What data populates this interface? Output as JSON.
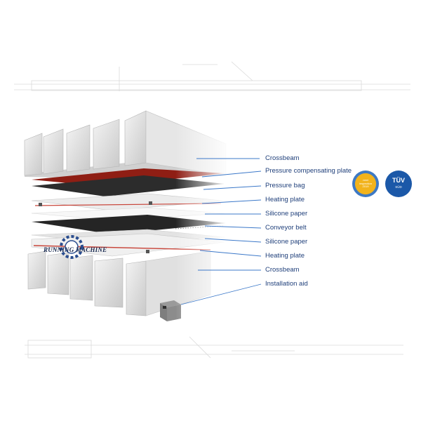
{
  "diagram": {
    "layers": [
      {
        "label": "Crossbeam"
      },
      {
        "label": "Pressure compensating plate"
      },
      {
        "label": "Pressure bag"
      },
      {
        "label": "Heating plate"
      },
      {
        "label": "Silicone paper"
      },
      {
        "label": "Conveyor belt"
      },
      {
        "label": "Silicone paper"
      },
      {
        "label": "Heating plate"
      },
      {
        "label": "Crossbeam"
      },
      {
        "label": "Installation aid"
      }
    ],
    "colors": {
      "label_text": "#1f3f7a",
      "leader_line": "#3b78c9",
      "beam_light": "#e4e4e4",
      "beam_dark": "#b5b5b5",
      "compensating_plate": "#8f1e14",
      "pressure_bag": "#2c2c2c",
      "heating_stripe": "#c8453a",
      "conveyor_belt": "#252525"
    }
  },
  "badges": {
    "inspection": {
      "lines": [
        "next",
        "inspection",
        "2019"
      ]
    },
    "tuv": {
      "name": "TÜV",
      "code": "SÜD"
    }
  },
  "watermark": "RUNNING MACHINE"
}
